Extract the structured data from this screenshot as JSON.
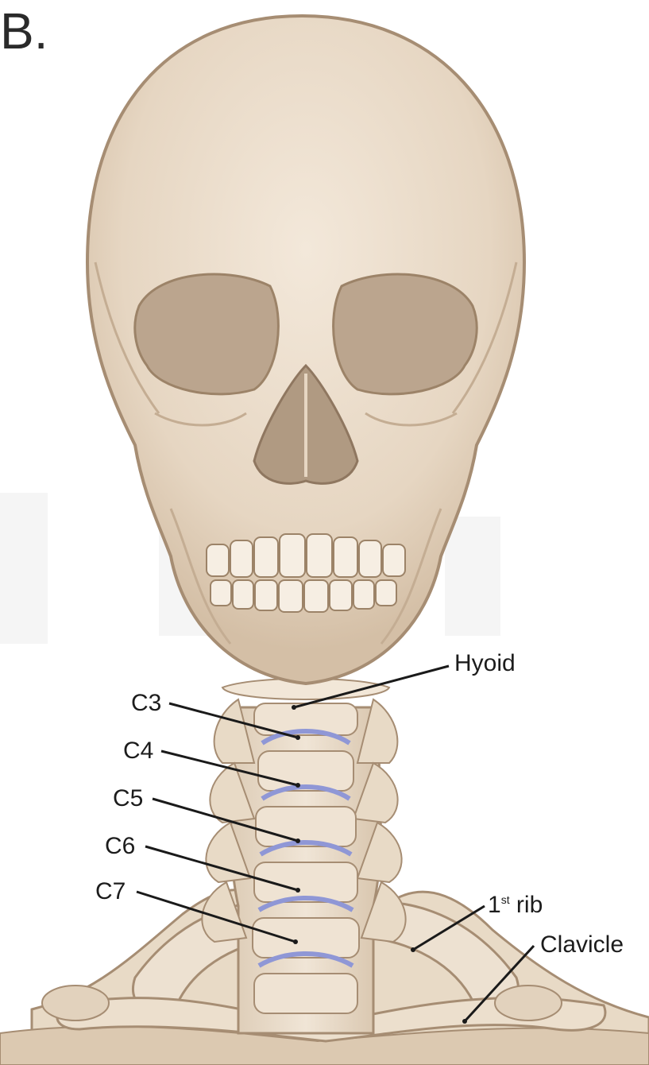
{
  "figure": {
    "panel_letter": "B."
  },
  "labels": {
    "hyoid": "Hyoid",
    "c3": "C3",
    "c4": "C4",
    "c5": "C5",
    "c6": "C6",
    "c7": "C7",
    "first_rib": {
      "number": "1",
      "superscript": "st",
      "word": "rib"
    },
    "clavicle": "Clavicle"
  },
  "colors": {
    "bone": "#e9dccb",
    "bone_shadow": "#cdb9a1",
    "outline": "#a68d73",
    "orbit": "#bba58e",
    "disc": "#8f97d6",
    "leader_line": "#1a1a1a"
  }
}
